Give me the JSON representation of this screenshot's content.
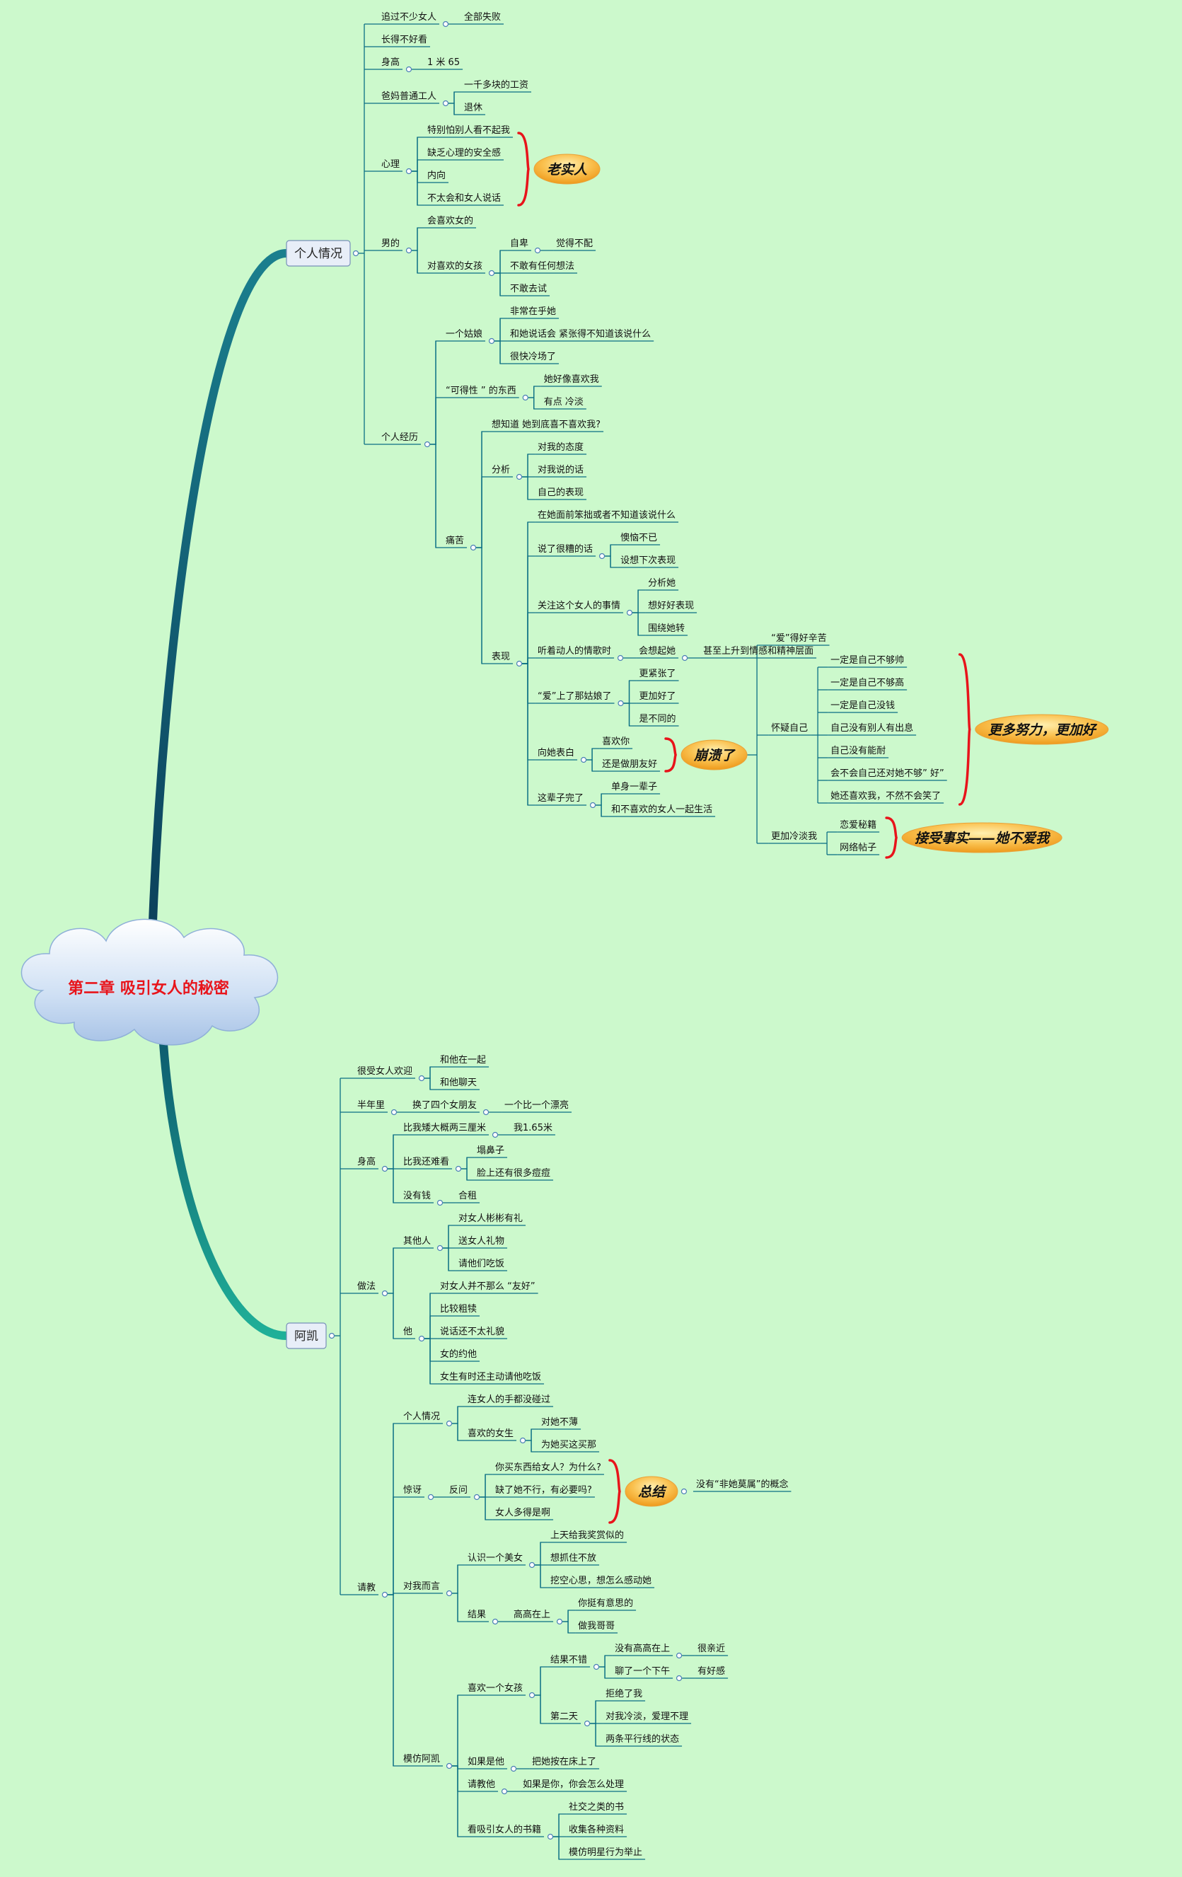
{
  "root": "第二章 吸引女人的秘密",
  "branches": [
    {
      "label": "个人情况",
      "children": [
        {
          "label": "追过不少女人",
          "children": [
            {
              "label": "全部失败"
            }
          ]
        },
        {
          "label": "长得不好看"
        },
        {
          "label": "身高",
          "children": [
            {
              "label": "1 米 65"
            }
          ]
        },
        {
          "label": "爸妈普通工人",
          "children": [
            {
              "label": "一千多块的工资"
            },
            {
              "label": "退休"
            }
          ]
        },
        {
          "label": "心理",
          "children": [
            {
              "label": "特别怕别人看不起我"
            },
            {
              "label": "缺乏心理的安全感"
            },
            {
              "label": "内向"
            },
            {
              "label": "不太会和女人说话"
            }
          ]
        },
        {
          "label": "男的",
          "children": [
            {
              "label": "会喜欢女的"
            },
            {
              "label": "对喜欢的女孩",
              "children": [
                {
                  "label": "自卑",
                  "children": [
                    {
                      "label": "觉得不配"
                    }
                  ]
                },
                {
                  "label": "不敢有任何想法"
                },
                {
                  "label": "不敢去试"
                }
              ]
            }
          ]
        },
        {
          "label": "个人经历",
          "children": [
            {
              "label": "一个姑娘",
              "children": [
                {
                  "label": "非常在乎她"
                },
                {
                  "label": "和她说话会 紧张得不知道该说什么"
                },
                {
                  "label": "很快冷场了"
                }
              ]
            },
            {
              "label": "“可得性 ” 的东西",
              "children": [
                {
                  "label": "她好像喜欢我"
                },
                {
                  "label": "有点 冷淡"
                }
              ]
            },
            {
              "label": "痛苦",
              "children": [
                {
                  "label": "想知道 她到底喜不喜欢我?"
                },
                {
                  "label": "分析",
                  "children": [
                    {
                      "label": "对我的态度"
                    },
                    {
                      "label": "对我说的话"
                    },
                    {
                      "label": "自己的表现"
                    }
                  ]
                },
                {
                  "label": "表现",
                  "children": [
                    {
                      "label": "在她面前笨拙或者不知道该说什么"
                    },
                    {
                      "label": "说了很糟的话",
                      "children": [
                        {
                          "label": "懊恼不已"
                        },
                        {
                          "label": "设想下次表现"
                        }
                      ]
                    },
                    {
                      "label": "关注这个女人的事情",
                      "children": [
                        {
                          "label": "分析她"
                        },
                        {
                          "label": "想好好表现"
                        },
                        {
                          "label": "围绕她转"
                        }
                      ]
                    },
                    {
                      "label": "听着动人的情歌时",
                      "children": [
                        {
                          "label": "会想起她",
                          "children": [
                            {
                              "label": "甚至上升到情感和精神层面"
                            }
                          ]
                        }
                      ]
                    },
                    {
                      "label": "“爱”上了那姑娘了",
                      "children": [
                        {
                          "label": "更紧张了"
                        },
                        {
                          "label": "更加好了"
                        },
                        {
                          "label": "是不同的"
                        }
                      ]
                    },
                    {
                      "label": "向她表白",
                      "children": [
                        {
                          "label": "喜欢你"
                        },
                        {
                          "label": "还是做朋友好"
                        }
                      ]
                    },
                    {
                      "label": "这辈子完了",
                      "children": [
                        {
                          "label": "单身一辈子"
                        },
                        {
                          "label": "和不喜欢的女人一起生活"
                        }
                      ]
                    }
                  ]
                }
              ]
            }
          ]
        }
      ]
    },
    {
      "label": "阿凯",
      "children": [
        {
          "label": "很受女人欢迎",
          "children": [
            {
              "label": "和他在一起"
            },
            {
              "label": "和他聊天"
            }
          ]
        },
        {
          "label": "半年里",
          "children": [
            {
              "label": "换了四个女朋友",
              "children": [
                {
                  "label": "一个比一个漂亮"
                }
              ]
            }
          ]
        },
        {
          "label": "身高",
          "children": [
            {
              "label": "比我矮大概两三厘米",
              "children": [
                {
                  "label": "我1.65米"
                }
              ]
            },
            {
              "label": "比我还难看",
              "children": [
                {
                  "label": "塌鼻子"
                },
                {
                  "label": "脸上还有很多痘痘"
                }
              ]
            },
            {
              "label": "没有钱",
              "children": [
                {
                  "label": "合租"
                }
              ]
            }
          ]
        },
        {
          "label": "做法",
          "children": [
            {
              "label": "其他人",
              "children": [
                {
                  "label": "对女人彬彬有礼"
                },
                {
                  "label": "送女人礼物"
                },
                {
                  "label": "请他们吃饭"
                }
              ]
            },
            {
              "label": "他",
              "children": [
                {
                  "label": "对女人并不那么 “友好”"
                },
                {
                  "label": "比较粗犊"
                },
                {
                  "label": "说话还不太礼貌"
                },
                {
                  "label": "女的约他"
                },
                {
                  "label": "女生有时还主动请他吃饭"
                }
              ]
            }
          ]
        },
        {
          "label": "请教",
          "children": [
            {
              "label": "个人情况",
              "children": [
                {
                  "label": "连女人的手都没碰过"
                },
                {
                  "label": "喜欢的女生",
                  "children": [
                    {
                      "label": "对她不薄"
                    },
                    {
                      "label": "为她买这买那"
                    }
                  ]
                }
              ]
            },
            {
              "label": "惊讶",
              "children": [
                {
                  "label": "反问",
                  "children": [
                    {
                      "label": "你买东西给女人？为什么?"
                    },
                    {
                      "label": "缺了她不行，有必要吗?"
                    },
                    {
                      "label": "女人多得是啊"
                    }
                  ]
                }
              ]
            },
            {
              "label": "对我而言",
              "children": [
                {
                  "label": "认识一个美女",
                  "children": [
                    {
                      "label": "上天给我奖赏似的"
                    },
                    {
                      "label": "想抓住不放"
                    },
                    {
                      "label": "挖空心思，想怎么感动她"
                    }
                  ]
                },
                {
                  "label": "结果",
                  "children": [
                    {
                      "label": "高高在上",
                      "children": [
                        {
                          "label": "你挺有意思的"
                        },
                        {
                          "label": "做我哥哥"
                        }
                      ]
                    }
                  ]
                }
              ]
            },
            {
              "label": "模仿阿凯",
              "children": [
                {
                  "label": "喜欢一个女孩",
                  "children": [
                    {
                      "label": "结果不错",
                      "children": [
                        {
                          "label": "没有高高在上",
                          "children": [
                            {
                              "label": "很亲近"
                            }
                          ]
                        },
                        {
                          "label": "聊了一个下午",
                          "children": [
                            {
                              "label": "有好感"
                            }
                          ]
                        }
                      ]
                    },
                    {
                      "label": "第二天",
                      "children": [
                        {
                          "label": "拒绝了我"
                        },
                        {
                          "label": "对我冷淡，爱理不理"
                        },
                        {
                          "label": "两条平行线的状态"
                        }
                      ]
                    }
                  ]
                },
                {
                  "label": "如果是他",
                  "children": [
                    {
                      "label": "把她按在床上了"
                    }
                  ]
                },
                {
                  "label": "请教他",
                  "children": [
                    {
                      "label": "如果是你，你会怎么处理"
                    }
                  ]
                },
                {
                  "label": "看吸引女人的书籍",
                  "children": [
                    {
                      "label": "社交之类的书"
                    },
                    {
                      "label": "收集各种资料"
                    },
                    {
                      "label": "模仿明星行为举止"
                    }
                  ]
                }
              ]
            }
          ]
        }
      ]
    }
  ],
  "floating": {
    "breakdown": "崩溃了",
    "love_hard": {
      "label": "“爱”得好辛苦"
    },
    "doubt": {
      "label": "怀疑自己",
      "children": [
        {
          "label": "一定是自己不够帅"
        },
        {
          "label": "一定是自己不够高"
        },
        {
          "label": "一定是自己没钱"
        },
        {
          "label": "自己没有别人有出息"
        },
        {
          "label": "自己没有能耐"
        },
        {
          "label": "会不会自己还对她不够” 好”"
        },
        {
          "label": "她还喜欢我，不然不会笑了"
        }
      ]
    },
    "colder": {
      "label": "更加冷淡我",
      "children": [
        {
          "label": "恋爱秘籍"
        },
        {
          "label": "网络帖子"
        }
      ]
    },
    "more_effort": "更多努力，更加好",
    "accept": "接受事实——她不爱我"
  },
  "summaries": {
    "honest": "老实人",
    "conclusion": "总结",
    "conclusion_note": "没有“非她莫属”的概念"
  },
  "colors": {
    "background": "#ccf9cc",
    "branch": "#0b6f84",
    "root_text": "#e8141b",
    "brace": "#e8141b",
    "summary_fill": "#f6b23c"
  }
}
